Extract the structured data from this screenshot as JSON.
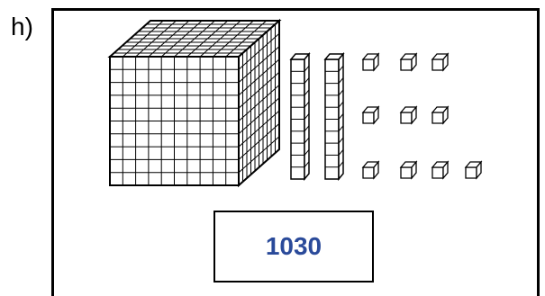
{
  "problem": {
    "label": "h)",
    "answer": "1030"
  },
  "blocks": {
    "thousands": 1,
    "tens": 2,
    "ones": 10
  },
  "colors": {
    "answer_text": "#2a4a9a",
    "line": "#000000"
  }
}
